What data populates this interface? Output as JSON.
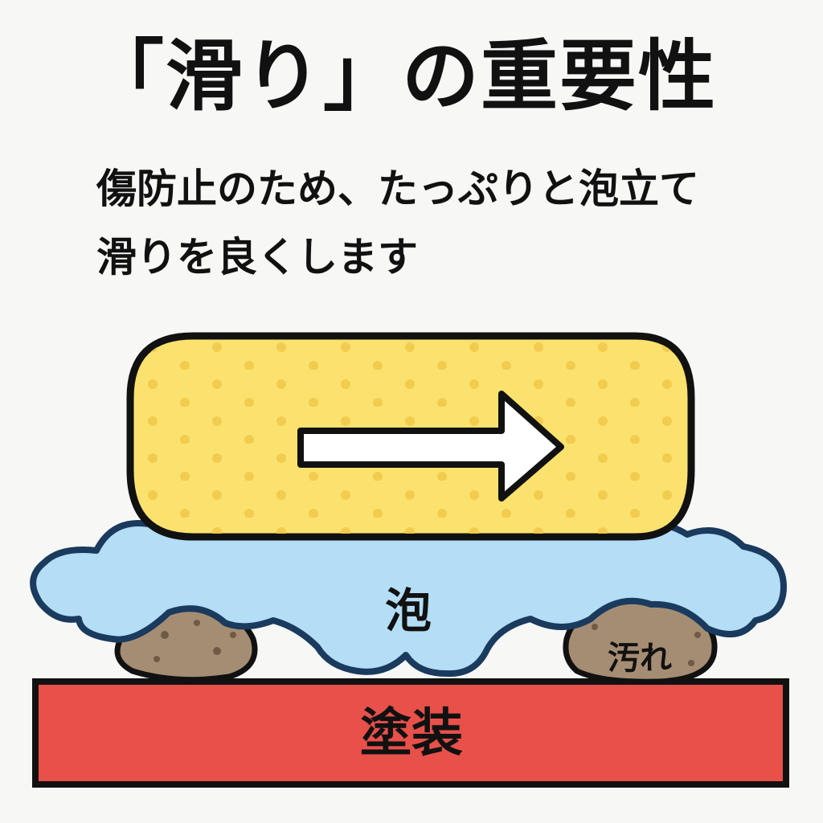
{
  "title": "「滑り」の重要性",
  "subtitle": {
    "line1": "傷防止のため、たっぷりと泡立て",
    "line2": "滑りを良くします"
  },
  "diagram": {
    "foam_label": "泡",
    "dirt_label": "汚れ",
    "paint_label": "塗装"
  },
  "colors": {
    "sponge": "#fbe26e",
    "sponge_dots": "#f0c84a",
    "foam": "#b4ddf6",
    "foam_outline": "#1a3a5e",
    "dirt": "#a58d73",
    "paint": "#e8504a",
    "outline": "#111111"
  }
}
